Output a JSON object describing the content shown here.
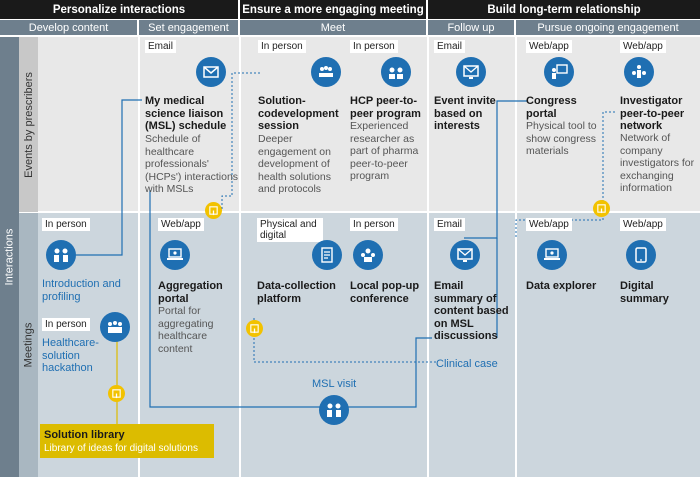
{
  "phases": [
    {
      "label": "Personalize interactions"
    },
    {
      "label": "Ensure a more engaging meeting"
    },
    {
      "label": "Build long-term relationship"
    }
  ],
  "subphases": [
    {
      "label": "Develop content"
    },
    {
      "label": "Set engagement"
    },
    {
      "label": "Meet"
    },
    {
      "label": "Follow up"
    },
    {
      "label": "Pursue ongoing engagement"
    }
  ],
  "rows": {
    "interactions": "Interactions",
    "events": "Events by prescribers",
    "meetings": "Meetings"
  },
  "events": {
    "msl_schedule": {
      "tag": "Email",
      "title": "My medical science liaison (MSL) schedule",
      "desc": "Schedule of healthcare professionals' (HCPs') interactions with MSLs",
      "icon": "email-icon"
    },
    "solution_dev": {
      "tag": "In person",
      "title": "Solution-codevelopment session",
      "desc": "Deeper engagement on development of health solutions and protocols",
      "icon": "group-meeting-icon"
    },
    "peer_program": {
      "tag": "In person",
      "title": "HCP peer-to-peer program",
      "desc": "Experienced researcher as part of pharma peer-to-peer program",
      "icon": "people-talk-icon"
    },
    "event_invite": {
      "tag": "Email",
      "title": "Event invite based on interests",
      "desc": "",
      "icon": "email-monitor-icon"
    },
    "congress": {
      "tag": "Web/app",
      "title": "Congress portal",
      "desc": "Physical tool to show congress materials",
      "icon": "presenter-icon"
    },
    "investigator": {
      "tag": "Web/app",
      "title": "Investigator peer-to-peer network",
      "desc": "Network of company investigators for exchanging information",
      "icon": "network-people-icon"
    }
  },
  "meetings": {
    "intro": {
      "tag": "In person",
      "title": "Introduction and profiling",
      "icon": "two-people-icon"
    },
    "hackathon": {
      "tag": "In person",
      "title": "Healthcare-solution hackathon",
      "icon": "team-icon"
    },
    "aggregation": {
      "tag": "Web/app",
      "title": "Aggregation portal",
      "desc": "Portal for aggregating healthcare content",
      "icon": "laptop-user-icon"
    },
    "data_collection": {
      "tag": "Physical and digital",
      "title": "Data-collection platform",
      "icon": "clipboard-icon"
    },
    "popup": {
      "tag": "In person",
      "title": "Local pop-up conference",
      "icon": "conference-icon"
    },
    "email_summary": {
      "tag": "Email",
      "title": "Email summary of content based on MSL discussions",
      "icon": "email-monitor-icon"
    },
    "data_explorer": {
      "tag": "Web/app",
      "title": "Data explorer",
      "icon": "laptop-user-icon"
    },
    "digital_summary": {
      "tag": "Web/app",
      "title": "Digital summary",
      "icon": "tablet-icon"
    }
  },
  "journey": {
    "msl_visit": "MSL visit",
    "clinical_case": "Clinical case"
  },
  "solution_library": {
    "title": "Solution library",
    "desc": "Library of ideas for digital solutions"
  },
  "colors": {
    "phase_bg": "#1a1a1a",
    "subphase_bg": "#6e7f8d",
    "events_bg": "#e8e8e8",
    "meetings_bg": "#ccd6dd",
    "accent": "#1f6fb2",
    "touchpoint": "#f2c200",
    "library": "#dcbc00"
  }
}
